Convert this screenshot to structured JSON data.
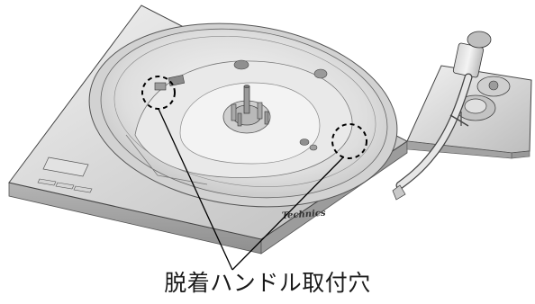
{
  "caption": "脱着ハンドル取付穴",
  "brand": "Technics",
  "icons": [
    "turntable-illustration",
    "dashed-circle-marker",
    "callout-leader-line"
  ],
  "colors": {
    "line": "#222222",
    "plate_light": "#e6e6e6",
    "plate_mid": "#c8c8c8",
    "plate_dark": "#a8a8a8"
  }
}
